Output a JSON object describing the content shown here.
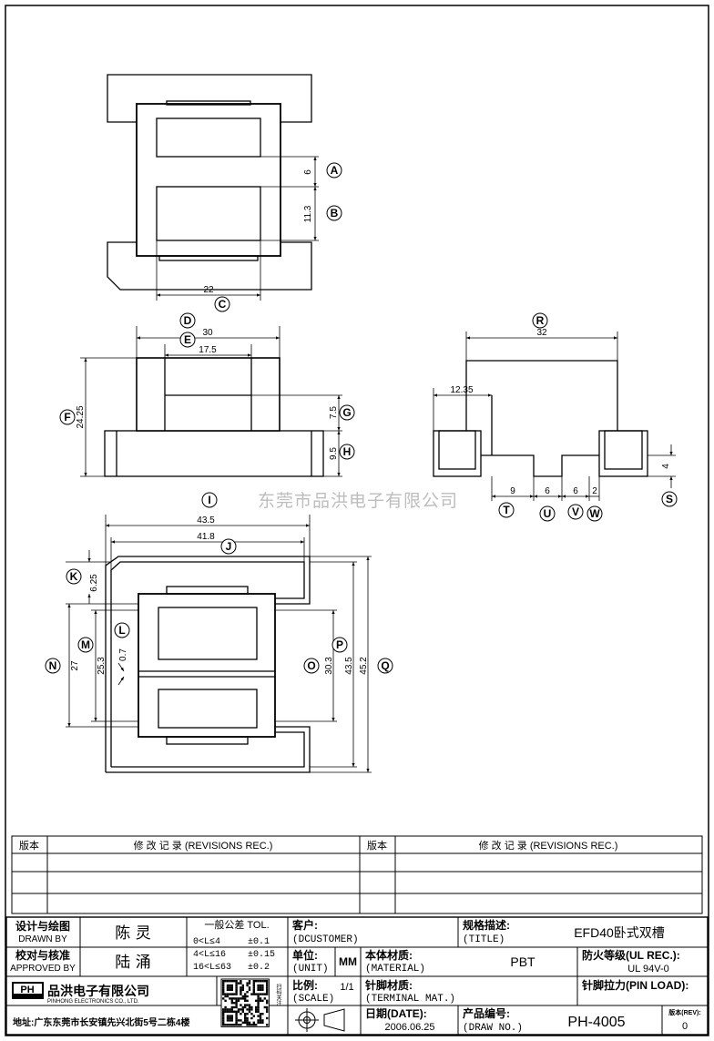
{
  "dims": {
    "A": "6",
    "B": "11.3",
    "C": "22",
    "D": "30",
    "E": "17.5",
    "F": "24.25",
    "G": "7.5",
    "H": "9.5",
    "R": "32",
    "S": "4",
    "T": "9",
    "U": "6",
    "V": "6",
    "W": "2",
    "r1": "12.35",
    "I": "43.5",
    "J": "41.8",
    "K": "6.25",
    "L": "0.7",
    "M": "25.3",
    "N": "27",
    "O": "30.3",
    "P": "43.5",
    "Q": "45.2"
  },
  "labels": [
    "A",
    "B",
    "C",
    "D",
    "E",
    "F",
    "G",
    "H",
    "I",
    "J",
    "K",
    "L",
    "M",
    "N",
    "O",
    "P",
    "Q",
    "R",
    "S",
    "T",
    "U",
    "V",
    "W"
  ],
  "watermark": "东莞市品洪电子有限公司",
  "revisions": {
    "col_no": "版本",
    "col_rec": "修 改 记 录 (REVISIONS REC.)"
  },
  "title_block": {
    "designed_cn": "设计与绘图",
    "designed_en": "DRAWN BY",
    "designer": "陈 灵",
    "approved_cn": "校对与核准",
    "approved_en": "APPROVED BY",
    "approver": "陆 涌",
    "tol_title": "一般公差 TOL.",
    "tol_rows": [
      [
        "0<L≤4",
        "±0.1"
      ],
      [
        "4<L≤16",
        "±0.15"
      ],
      [
        "16<L≤63",
        "±0.2"
      ]
    ],
    "customer_cn": "客户:",
    "customer_en": "(DCUSTOMER)",
    "spec_cn": "规格描述:",
    "spec_en": "(TITLE)",
    "spec_value": "EFD40卧式双槽",
    "unit_cn": "单位:",
    "unit_en": "(UNIT)",
    "unit_value": "MM",
    "material_cn": "本体材质:",
    "material_en": "(MATERIAL)",
    "material_value": "PBT",
    "fire_cn": "防火等级(UL REC.):",
    "fire_value": "UL 94V-0",
    "scale_cn": "比例:",
    "scale_en": "(SCALE)",
    "scale_value": "1/1",
    "pin_cn": "针脚材质:",
    "pin_en": "(TERMINAL MAT.)",
    "pinload": "针脚拉力(PIN LOAD):",
    "company_cn": "品洪电子有限公司",
    "company_en": "PINHONG ELECTRONICS CO., LTD.",
    "logo": "PH",
    "address": "地址:广东东莞市长安镇先兴北街5号二栋4楼",
    "date_cn": "日期(DATE):",
    "date_value": "2006.06.25",
    "drawno_cn": "产品编号:",
    "drawno_en": "(DRAW NO.)",
    "drawno_value": "PH-4005",
    "rev_cn": "版本(REV):",
    "rev_value": "0",
    "qr_side_text": "扫码关注"
  }
}
